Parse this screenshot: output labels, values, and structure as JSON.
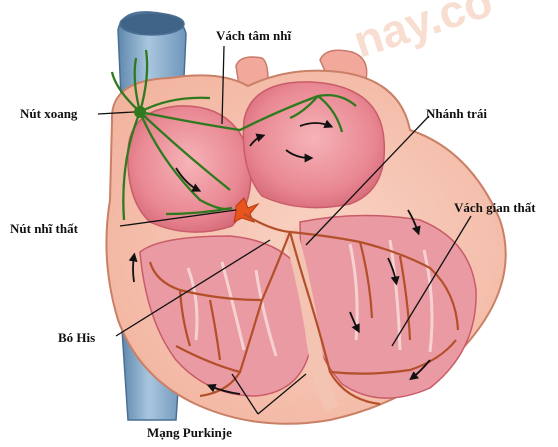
{
  "diagram": {
    "labels": {
      "sinus_node": "Nút xoang",
      "atrial_septum": "Vách tâm nhĩ",
      "left_branch": "Nhánh trái",
      "av_node": "Nút nhĩ thất",
      "ventricular_septum": "Vách gian thất",
      "bundle_of_his": "Bó His",
      "purkinje_network": "Mạng Purkinje"
    },
    "watermark": "nay.co",
    "colors": {
      "vena_cava": "#7fa7c9",
      "heart_outer": "#f4c0ad",
      "chamber": "#e9828e",
      "conduction_path": "#2f7a1e",
      "ventricle_path": "#b3502a",
      "av_node": "#e8541c"
    }
  }
}
